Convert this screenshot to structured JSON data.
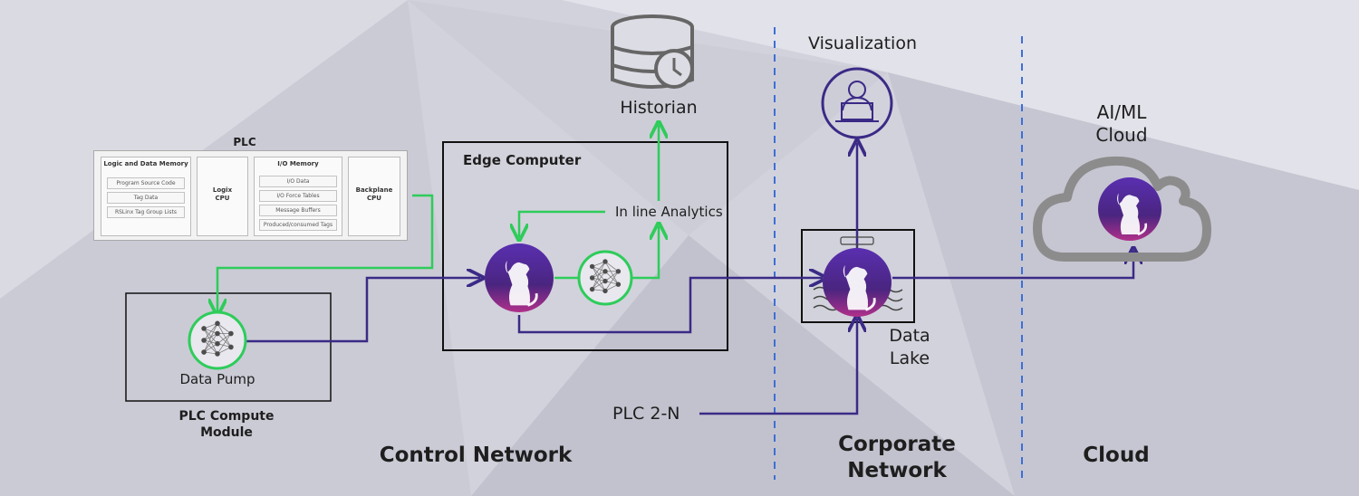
{
  "colors": {
    "green": "#2ecc5a",
    "purple": "#3b2a86",
    "dashed": "#3d6fd6",
    "dark": "#111111"
  },
  "plc": {
    "title": "PLC",
    "logic_header": "Logic and Data Memory",
    "logic_items": [
      "Program Source Code",
      "Tag Data",
      "RSLinx Tag Group Lists"
    ],
    "cpu_label_1": "Logix",
    "cpu_label_2": "CPU",
    "io_header": "I/O Memory",
    "io_items": [
      "I/O Data",
      "I/O Force Tables",
      "Message Buffers",
      "Produced/consumed Tags"
    ],
    "backplane_1": "Backplane",
    "backplane_2": "CPU"
  },
  "plc_module": {
    "pump_label": "Data Pump",
    "caption_1": "PLC Compute",
    "caption_2": "Module"
  },
  "edge": {
    "title": "Edge Computer",
    "analytics_label": "In line Analytics"
  },
  "historian": {
    "label": "Historian",
    "icon": "database-clock-icon"
  },
  "visualization": {
    "label": "Visualization",
    "icon": "user-laptop-icon"
  },
  "data_lake": {
    "label_1": "Data",
    "label_2": "Lake"
  },
  "ai_cloud": {
    "label_1": "AI/ML",
    "label_2": "Cloud",
    "icon": "cloud-icon"
  },
  "plc_2n": {
    "label": "PLC 2-N"
  },
  "zones": {
    "control": "Control Network",
    "corporate_1": "Corporate",
    "corporate_2": "Network",
    "cloud": "Cloud"
  }
}
